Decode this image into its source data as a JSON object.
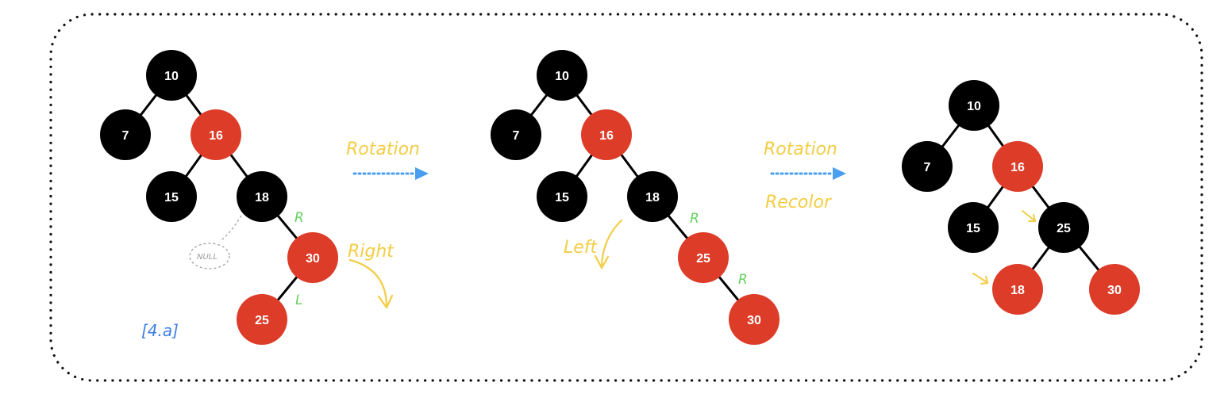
{
  "colors": {
    "black_node": "#000000",
    "red_node": "#dd3c28",
    "edge": "#000000",
    "frame": "#111111",
    "arrow": "#4a9ef0",
    "annotation_yellow": "#f3cd44",
    "annotation_green": "#63d25f",
    "annotation_blue": "#3f7fe8",
    "annotation_grey": "#9a9a9a"
  },
  "trees": [
    {
      "name": "before",
      "nodes": [
        {
          "id": "10",
          "label": "10",
          "color": "black"
        },
        {
          "id": "7",
          "label": "7",
          "color": "black"
        },
        {
          "id": "16",
          "label": "16",
          "color": "red"
        },
        {
          "id": "15",
          "label": "15",
          "color": "black"
        },
        {
          "id": "18",
          "label": "18",
          "color": "black"
        },
        {
          "id": "30",
          "label": "30",
          "color": "red"
        },
        {
          "id": "25",
          "label": "25",
          "color": "red"
        }
      ],
      "edges": [
        [
          "10",
          "7"
        ],
        [
          "10",
          "16"
        ],
        [
          "16",
          "15"
        ],
        [
          "16",
          "18"
        ],
        [
          "18",
          "30"
        ],
        [
          "30",
          "25"
        ]
      ]
    },
    {
      "name": "after-right-rotation",
      "nodes": [
        {
          "id": "10",
          "label": "10",
          "color": "black"
        },
        {
          "id": "7",
          "label": "7",
          "color": "black"
        },
        {
          "id": "16",
          "label": "16",
          "color": "red"
        },
        {
          "id": "15",
          "label": "15",
          "color": "black"
        },
        {
          "id": "18",
          "label": "18",
          "color": "black"
        },
        {
          "id": "25",
          "label": "25",
          "color": "red"
        },
        {
          "id": "30",
          "label": "30",
          "color": "red"
        }
      ],
      "edges": [
        [
          "10",
          "7"
        ],
        [
          "10",
          "16"
        ],
        [
          "16",
          "15"
        ],
        [
          "16",
          "18"
        ],
        [
          "18",
          "25"
        ],
        [
          "25",
          "30"
        ]
      ]
    },
    {
      "name": "after-left-rotation-recolor",
      "nodes": [
        {
          "id": "10",
          "label": "10",
          "color": "black"
        },
        {
          "id": "7",
          "label": "7",
          "color": "black"
        },
        {
          "id": "16",
          "label": "16",
          "color": "red"
        },
        {
          "id": "15",
          "label": "15",
          "color": "black"
        },
        {
          "id": "25",
          "label": "25",
          "color": "black"
        },
        {
          "id": "18",
          "label": "18",
          "color": "red"
        },
        {
          "id": "30",
          "label": "30",
          "color": "red"
        }
      ],
      "edges": [
        [
          "10",
          "7"
        ],
        [
          "10",
          "16"
        ],
        [
          "16",
          "15"
        ],
        [
          "16",
          "25"
        ],
        [
          "25",
          "18"
        ],
        [
          "25",
          "30"
        ]
      ]
    }
  ],
  "transitions": [
    {
      "name": "transition-1",
      "labels": [
        "Rotation"
      ]
    },
    {
      "name": "transition-2",
      "labels": [
        "Rotation",
        "Recolor"
      ]
    }
  ],
  "annotations": {
    "null_label": "NULL",
    "right_label": "Right",
    "left_label": "Left",
    "case_label": "[4.a]",
    "r_marker": "R",
    "l_marker": "L"
  }
}
